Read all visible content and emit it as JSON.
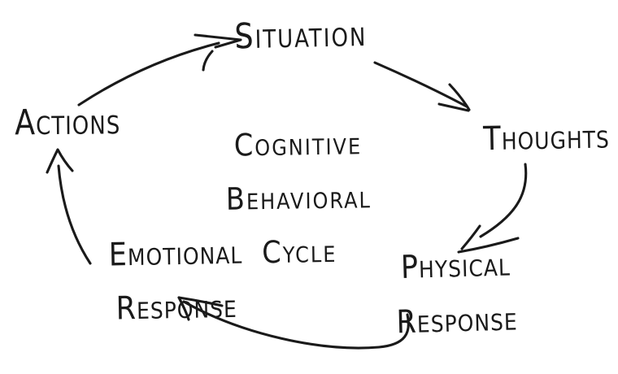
{
  "diagram": {
    "background": "#ffffff",
    "ink_color": "#1a1a1a",
    "title": {
      "line1": "Cognitive",
      "line2": "Behavioral",
      "line3": "Cycle"
    },
    "nodes": {
      "situation": {
        "label": "Situation"
      },
      "thoughts": {
        "label": "Thoughts"
      },
      "physical_response": {
        "line1": "Physical",
        "line2": "Response"
      },
      "emotional_response": {
        "line1": "Emotional",
        "line2": "Response"
      },
      "actions": {
        "label": "Actions"
      }
    },
    "edges": [
      {
        "from": "actions",
        "to": "situation"
      },
      {
        "from": "situation",
        "to": "thoughts"
      },
      {
        "from": "thoughts",
        "to": "physical_response"
      },
      {
        "from": "physical_response",
        "to": "emotional_response"
      },
      {
        "from": "emotional_response",
        "to": "actions"
      }
    ]
  }
}
